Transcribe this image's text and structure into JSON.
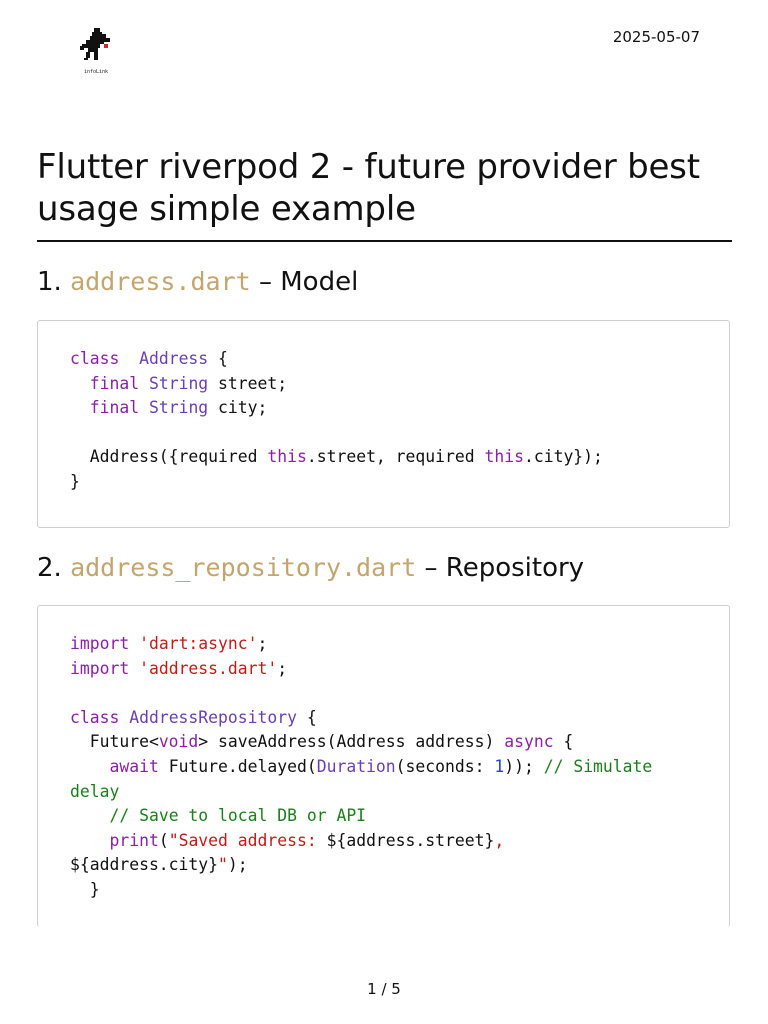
{
  "header": {
    "logo_icon": "pixel-dinosaur-icon",
    "logo_text": "infoLink",
    "date": "2025-05-07"
  },
  "title": "Flutter riverpod 2 - future provider best usage simple example",
  "sections": [
    {
      "number": "1.",
      "filename": "address.dart",
      "suffix": " – Model",
      "code": [
        [
          [
            "kw",
            "class"
          ],
          [
            "",
            "  "
          ],
          [
            "ty",
            "Address"
          ],
          [
            "",
            " {"
          ]
        ],
        [
          [
            "",
            "  "
          ],
          [
            "kw",
            "final"
          ],
          [
            "",
            " "
          ],
          [
            "ty",
            "String"
          ],
          [
            "",
            " street;"
          ]
        ],
        [
          [
            "",
            "  "
          ],
          [
            "kw",
            "final"
          ],
          [
            "",
            " "
          ],
          [
            "ty",
            "String"
          ],
          [
            "",
            " city;"
          ]
        ],
        [
          [
            "",
            ""
          ]
        ],
        [
          [
            "",
            "  Address({required "
          ],
          [
            "kw",
            "this"
          ],
          [
            "",
            ".street, required "
          ],
          [
            "kw",
            "this"
          ],
          [
            "",
            ".city});"
          ]
        ],
        [
          [
            "",
            "}"
          ]
        ]
      ]
    },
    {
      "number": "2.",
      "filename": "address_repository.dart",
      "suffix": " – Repository",
      "code": [
        [
          [
            "kw",
            "import"
          ],
          [
            "",
            " "
          ],
          [
            "str",
            "'dart:async'"
          ],
          [
            "",
            ";"
          ]
        ],
        [
          [
            "kw",
            "import"
          ],
          [
            "",
            " "
          ],
          [
            "str",
            "'address.dart'"
          ],
          [
            "",
            ";"
          ]
        ],
        [
          [
            "",
            ""
          ]
        ],
        [
          [
            "kw",
            "class"
          ],
          [
            "",
            " "
          ],
          [
            "ty",
            "AddressRepository"
          ],
          [
            "",
            " {"
          ]
        ],
        [
          [
            "",
            "  Future<"
          ],
          [
            "kw",
            "void"
          ],
          [
            "",
            "> saveAddress(Address address) "
          ],
          [
            "kw",
            "async"
          ],
          [
            "",
            " {"
          ]
        ],
        [
          [
            "",
            "    "
          ],
          [
            "kw",
            "await"
          ],
          [
            "",
            " Future.delayed("
          ],
          [
            "ty",
            "Duration"
          ],
          [
            "",
            "(seconds: "
          ],
          [
            "num",
            "1"
          ],
          [
            "",
            "));"
          ],
          [
            "",
            " "
          ],
          [
            "cm",
            "// Simulate"
          ]
        ],
        [
          [
            "cm",
            "delay"
          ]
        ],
        [
          [
            "",
            "    "
          ],
          [
            "cm",
            "// Save to local DB or API"
          ]
        ],
        [
          [
            "",
            "    "
          ],
          [
            "kw",
            "print"
          ],
          [
            "",
            "("
          ],
          [
            "str",
            "\"Saved address: "
          ],
          [
            "",
            "${address.street}"
          ],
          [
            "str",
            ","
          ]
        ],
        [
          [
            "",
            "${address.city}"
          ],
          [
            "str",
            "\""
          ],
          [
            "",
            ");"
          ]
        ],
        [
          [
            "",
            "  }"
          ]
        ]
      ]
    }
  ],
  "footer": {
    "page": "1 / 5"
  }
}
